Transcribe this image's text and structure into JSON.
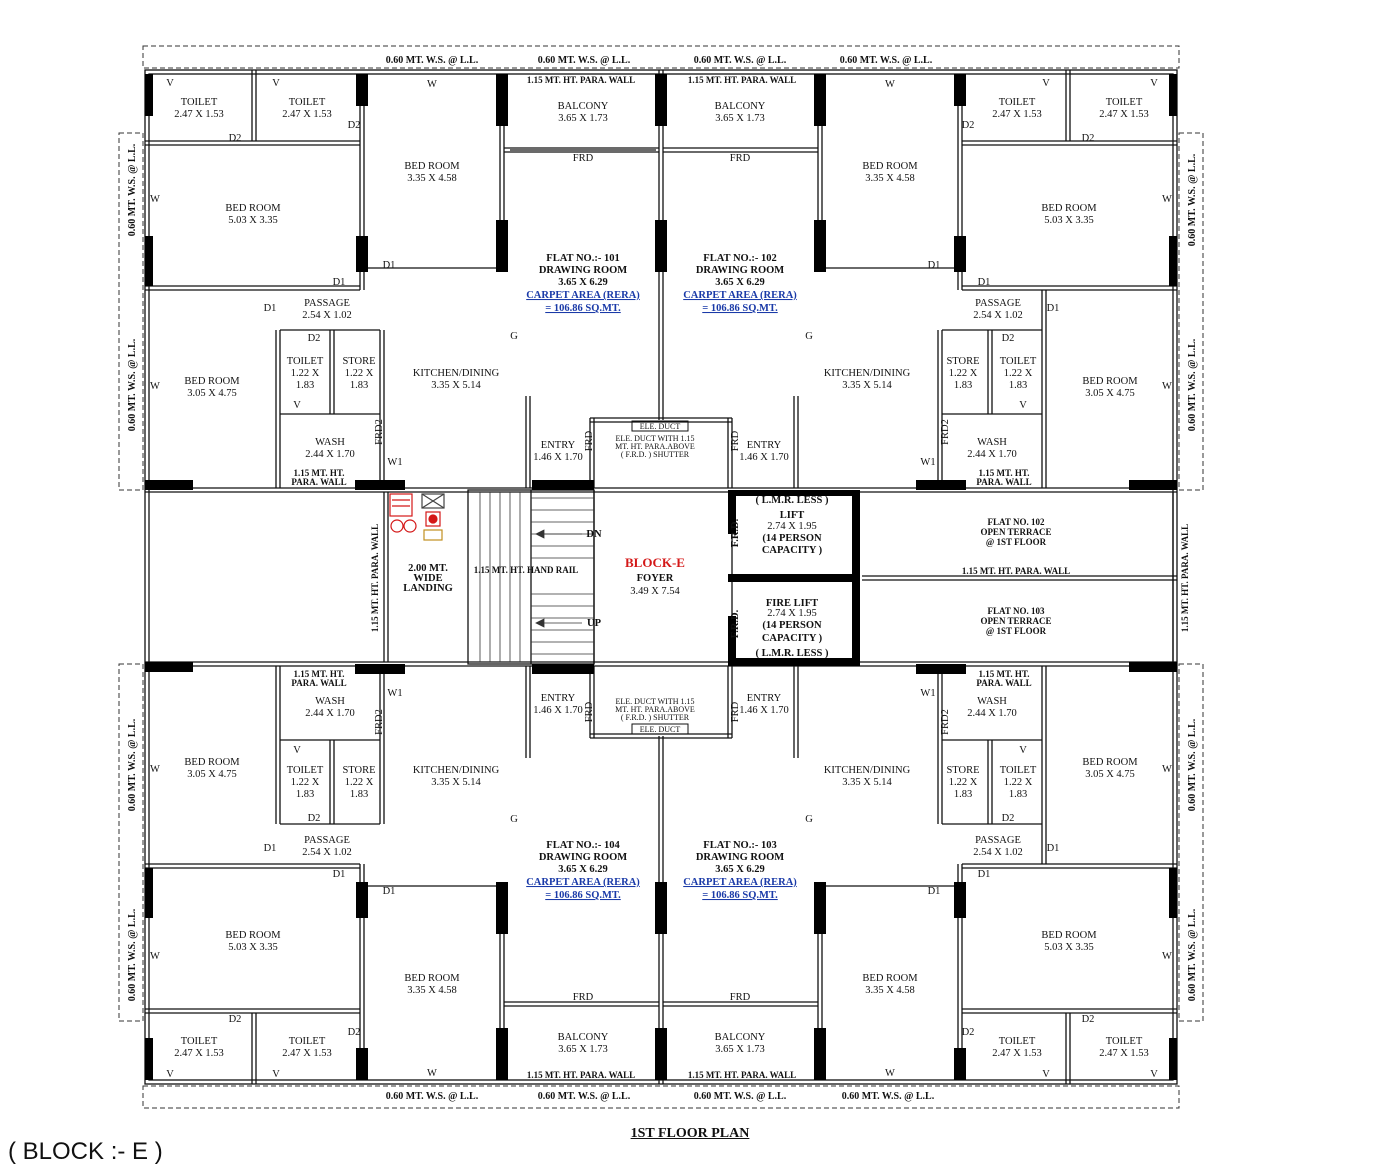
{
  "drawing_title": "1ST FLOOR PLAN",
  "block_label": "( BLOCK :- E )",
  "ws_label": "0.60 MT. W.S. @ L.L.",
  "para_wall": "1.15 MT. HT. PARA. WALL",
  "para_wall_short": [
    "1.15 MT. HT.",
    "PARA. WALL"
  ],
  "vertical_para": "1.15 MT. HT. PARA. WALL",
  "hand_rail": "1.15 MT. HT. HAND RAIL",
  "landing": [
    "2.00 MT.",
    "WIDE",
    "LANDING"
  ],
  "stair": {
    "dn": "DN",
    "up": "UP"
  },
  "foyer": {
    "block": "BLOCK-E",
    "name": "FOYER",
    "size": "3.49 X 7.54"
  },
  "lift": {
    "lines": [
      "( L.M.R. LESS )",
      "LIFT",
      "2.74 X 1.95",
      "(14 PERSON",
      "CAPACITY )"
    ],
    "frd": "F.R.D."
  },
  "fire_lift": {
    "lines": [
      "FIRE LIFT",
      "2.74 X 1.95",
      "(14 PERSON",
      "CAPACITY )",
      "( L.M.R. LESS )"
    ],
    "frd": "F.R.D."
  },
  "duct": {
    "box": "ELE. DUCT",
    "note": [
      "ELE. DUCT WITH 1.15",
      "MT. HT. PARA.ABOVE",
      "( F.R.D. ) SHUTTER"
    ]
  },
  "terrace_102": [
    "FLAT NO. 102",
    "OPEN TERRACE",
    "@ 1ST FLOOR"
  ],
  "terrace_103": [
    "FLAT NO. 103",
    "OPEN TERRACE",
    "@ 1ST FLOOR"
  ],
  "flats": [
    {
      "name": "FLAT NO.:- 101",
      "room": "DRAWING ROOM",
      "size": "3.65 X 6.29",
      "carpet": "CARPET AREA (RERA)",
      "area": "= 106.86 SQ.MT."
    },
    {
      "name": "FLAT NO.:- 102",
      "room": "DRAWING ROOM",
      "size": "3.65 X 6.29",
      "carpet": "CARPET AREA (RERA)",
      "area": "= 106.86 SQ.MT."
    },
    {
      "name": "FLAT NO.:- 104",
      "room": "DRAWING ROOM",
      "size": "3.65 X 6.29",
      "carpet": "CARPET AREA (RERA)",
      "area": "= 106.86 SQ.MT."
    },
    {
      "name": "FLAT NO.:- 103",
      "room": "DRAWING ROOM",
      "size": "3.65 X 6.29",
      "carpet": "CARPET AREA (RERA)",
      "area": "= 106.86 SQ.MT."
    }
  ],
  "rooms": {
    "toilet": {
      "name": "TOILET",
      "size": "2.47 X 1.53"
    },
    "balcony": {
      "name": "BALCONY",
      "size": "3.65 X 1.73"
    },
    "bed_a": {
      "name": "BED ROOM",
      "size": "3.35 X 4.58"
    },
    "bed_b": {
      "name": "BED ROOM",
      "size": "5.03 X 3.35"
    },
    "bed_c": {
      "name": "BED ROOM",
      "size": "3.05 X 4.75"
    },
    "passage": {
      "name": "PASSAGE",
      "size": "2.54 X 1.02"
    },
    "kitchen": {
      "name": "KITCHEN/DINING",
      "size": "3.35 X 5.14"
    },
    "small_toilet": {
      "name": "TOILET",
      "l1": "1.22 X",
      "l2": "1.83"
    },
    "store": {
      "name": "STORE",
      "l1": "1.22 X",
      "l2": "1.83"
    },
    "wash": {
      "name": "WASH",
      "size": "2.44 X 1.70"
    },
    "entry": {
      "name": "ENTRY",
      "size": "1.46 X 1.70"
    }
  },
  "marks": {
    "v": "V",
    "w": "W",
    "d1": "D1",
    "d2": "D2",
    "g": "G",
    "frd": "FRD",
    "frd2": "FRD2",
    "w1": "W1"
  },
  "colors": {
    "line": "#111111",
    "wall": "#000000",
    "carpet": "#1a3aa8",
    "block": "#d41818"
  }
}
